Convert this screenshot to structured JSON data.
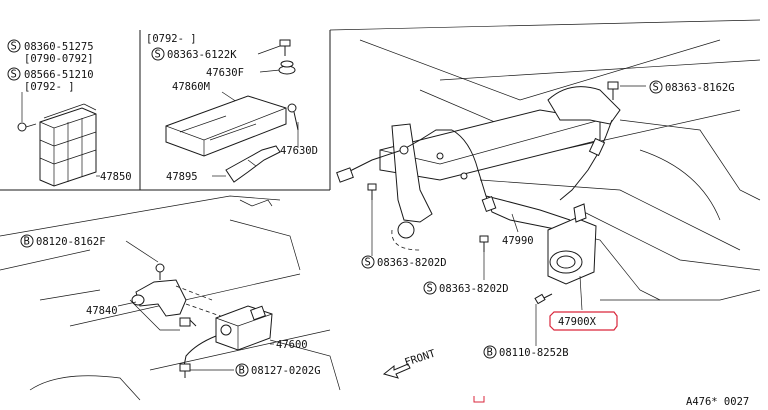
{
  "diagram": {
    "highlight_color": "#d9263b",
    "line_color": "#1a1a1a",
    "inset_top_left": {
      "callouts": [
        {
          "symbol": "S",
          "code": "08360-51275",
          "range": "[0790-0792]"
        },
        {
          "symbol": "S",
          "code": "08566-51210",
          "range": "[0792-    ]"
        }
      ],
      "part_label": "47850"
    },
    "inset_top_center": {
      "range": "[0792-    ]",
      "callouts": [
        {
          "symbol": "S",
          "code": "08363-6122K"
        }
      ],
      "labels": [
        "47630F",
        "47860M",
        "47630D",
        "47895"
      ]
    },
    "main_callouts": [
      {
        "symbol": "S",
        "code": "08363-8162G"
      },
      {
        "symbol": "S",
        "code": "08363-8202D"
      },
      {
        "symbol": "S",
        "code": "08363-8202D"
      },
      {
        "symbol": "B",
        "code": "08110-8252B"
      },
      {
        "symbol": "B",
        "code": "08120-8162F"
      },
      {
        "symbol": "B",
        "code": "08127-0202G"
      }
    ],
    "main_labels": [
      "47990",
      "47840",
      "47600"
    ],
    "highlighted_label": "47900X",
    "front_label": "FRONT",
    "diagram_code": "A476* 0027"
  }
}
